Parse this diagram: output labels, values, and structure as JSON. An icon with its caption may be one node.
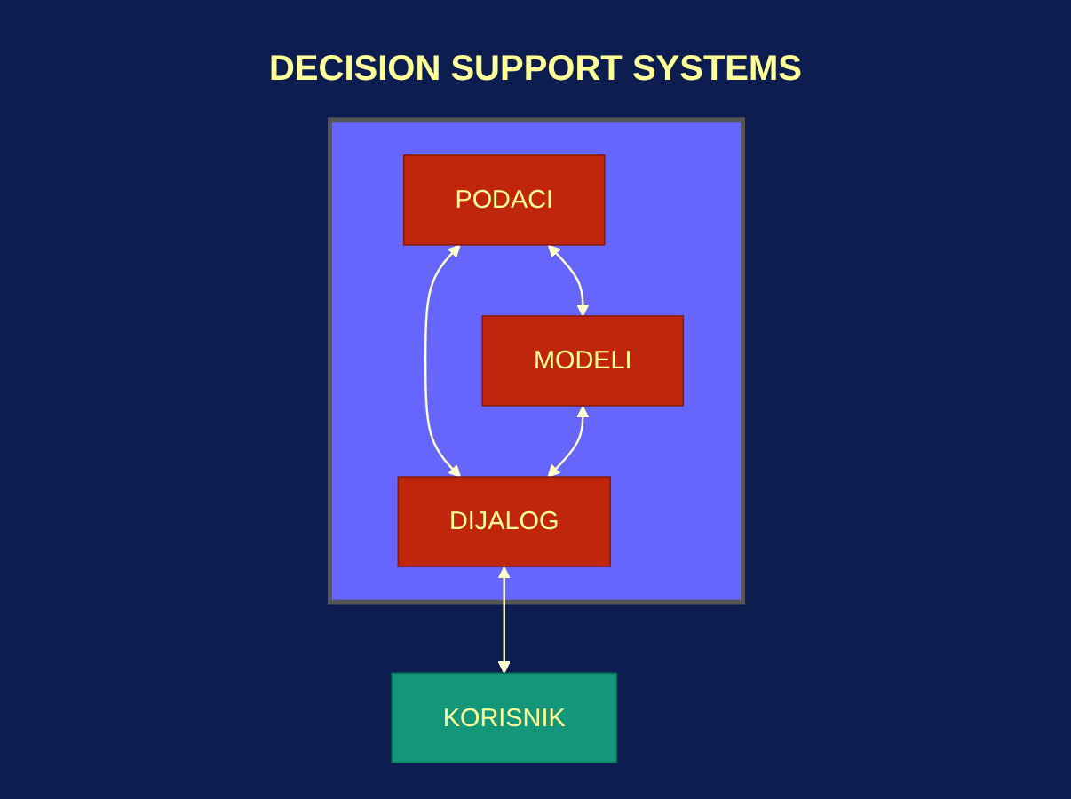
{
  "diagram": {
    "title": "DECISION SUPPORT SYSTEMS",
    "nodes": [
      {
        "text": [],
        "shape": "box"
      },
      {
        "text": [
          "PODACI"
        ],
        "in": 0
      },
      {
        "text": [
          "MODELI"
        ],
        "in": 0
      },
      {
        "text": [
          "DIJALOG"
        ],
        "in": 0
      },
      {
        "text": [
          "KORISNIK"
        ]
      }
    ],
    "edges": [
      {
        "from": 1,
        "to": 2,
        "arrow": "both"
      },
      {
        "from": 1,
        "to": 3,
        "arrow": "both"
      },
      {
        "from": 2,
        "to": 3,
        "arrow": "both"
      },
      {
        "from": 3,
        "to": 4,
        "arrow": "both"
      }
    ]
  }
}
